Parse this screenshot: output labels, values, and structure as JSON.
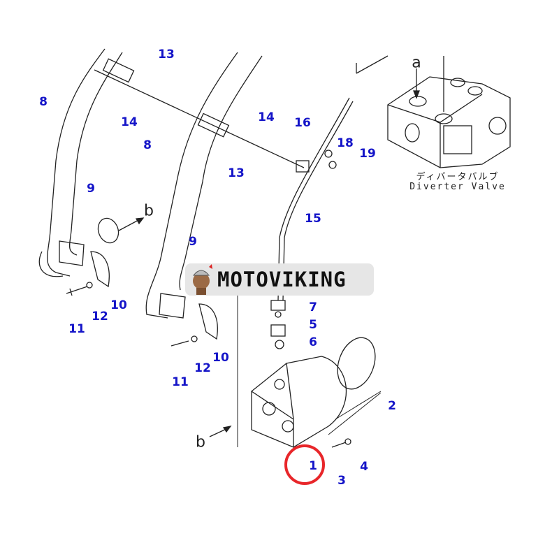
{
  "labels": [
    "13",
    "8",
    "14",
    "14",
    "8",
    "13",
    "16",
    "18",
    "19",
    "9",
    "15",
    "9",
    "10",
    "12",
    "11",
    "7",
    "5",
    "6",
    "10",
    "12",
    "11",
    "2",
    "1",
    "4",
    "3"
  ],
  "view_letters": [
    "a",
    "b",
    "b"
  ],
  "diverter_valve": {
    "jp": "ディバータバルブ",
    "en": "Diverter Valve"
  },
  "watermark": {
    "text": "MOTOVIKING"
  },
  "highlight_color": "#e8262a",
  "label_color": "#1414c8"
}
